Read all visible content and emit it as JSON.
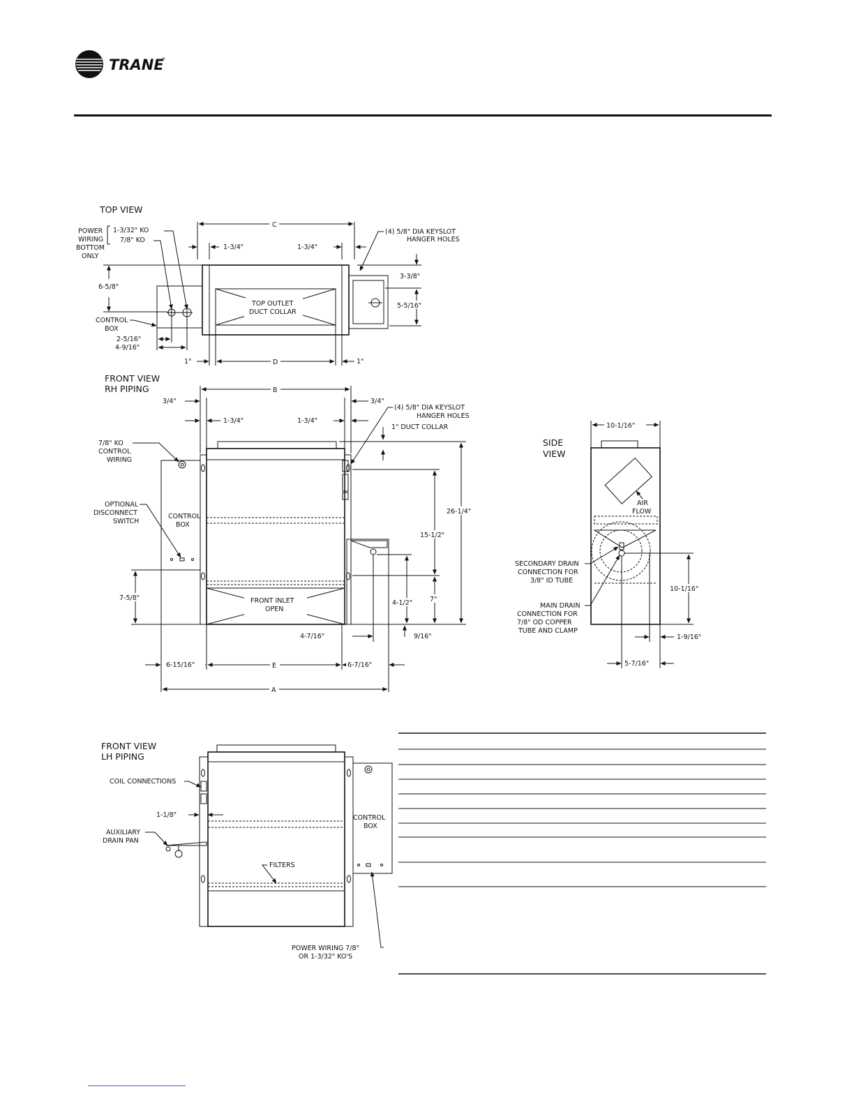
{
  "brand": {
    "name": "TRANE"
  },
  "top_view": {
    "title": "TOP  VIEW",
    "power_wiring_label": [
      "POWER",
      "WIRING",
      "BOTTOM",
      "ONLY"
    ],
    "ko_large": "1-3/32\" KO",
    "ko_small": "7/8\" KO",
    "dim_c": "C",
    "dim_left_offset": "1-3/4\"",
    "dim_right_offset": "1-3/4\"",
    "keyslot_note": [
      "(4)  5/8\" DIA KEYSLOT",
      "HANGER HOLES"
    ],
    "dim_depth": "6-5/8\"",
    "dim_3_3_8": "3-3/8\"",
    "dim_5_5_16": "5-5/16\"",
    "outlet_label": [
      "TOP  OUTLET",
      "DUCT COLLAR"
    ],
    "control_box_label": [
      "CONTROL",
      "BOX"
    ],
    "dim_2_5_16": "2-5/16\"",
    "dim_4_9_16": "4-9/16\"",
    "dim_1_left": "1\"",
    "dim_d": "D",
    "dim_1_right": "1\""
  },
  "front_rh": {
    "title": [
      "FRONT  VIEW",
      "RH  PIPING"
    ],
    "dim_b": "B",
    "dim_3_4_left": "3/4\"",
    "dim_3_4_right": "3/4\"",
    "dim_1_3_4_left": "1-3/4\"",
    "dim_1_3_4_right": "1-3/4\"",
    "keyslot_note": [
      "(4)  5/8\" DIA KEYSLOT",
      "HANGER HOLES"
    ],
    "duct_collar": "1\" DUCT COLLAR",
    "ko_control": [
      "7/8\" KO",
      "CONTROL",
      "WIRING"
    ],
    "control_box": [
      "CONTROL",
      "BOX"
    ],
    "disconnect": [
      "OPTIONAL",
      "DISCONNECT",
      "SWITCH"
    ],
    "dim_26_1_4": "26-1/4\"",
    "dim_15_1_2": "15-1/2\"",
    "dim_7_5_8": "7-5/8\"",
    "inlet_label": [
      "FRONT  INLET",
      "OPEN"
    ],
    "dim_4_1_2": "4-1/2\"",
    "dim_7": "7\"",
    "dim_4_7_16": "4-7/16\"",
    "dim_9_16": "9/16\"",
    "dim_6_15_16": "6-15/16\"",
    "dim_e": "E",
    "dim_6_7_16": "6-7/16\"",
    "dim_a": "A"
  },
  "side_view": {
    "title": [
      "SIDE",
      "VIEW"
    ],
    "dim_width": "10-1/16\"",
    "air_flow": [
      "AIR",
      "FLOW"
    ],
    "secondary_drain": [
      "SECONDARY DRAIN",
      "CONNECTION FOR",
      "3/8\" ID TUBE"
    ],
    "main_drain": [
      "MAIN DRAIN",
      "CONNECTION FOR",
      "7/8\" OD COPPER",
      "TUBE AND CLAMP"
    ],
    "dim_height": "10-1/16\"",
    "dim_1_9_16": "1-9/16\"",
    "dim_5_7_16": "5-7/16\""
  },
  "front_lh": {
    "title": [
      "FRONT  VIEW",
      "LH  PIPING"
    ],
    "coil_connections": "COIL CONNECTIONS",
    "dim_1_1_8": "1-1/8\"",
    "aux_drain": [
      "AUXILIARY",
      "DRAIN PAN"
    ],
    "filters": "FILTERS",
    "control_box": [
      "CONTROL",
      "BOX"
    ],
    "power_wiring": [
      "POWER  WIRING  7/8\"",
      "OR  1-3/32\"  KO'S"
    ]
  }
}
